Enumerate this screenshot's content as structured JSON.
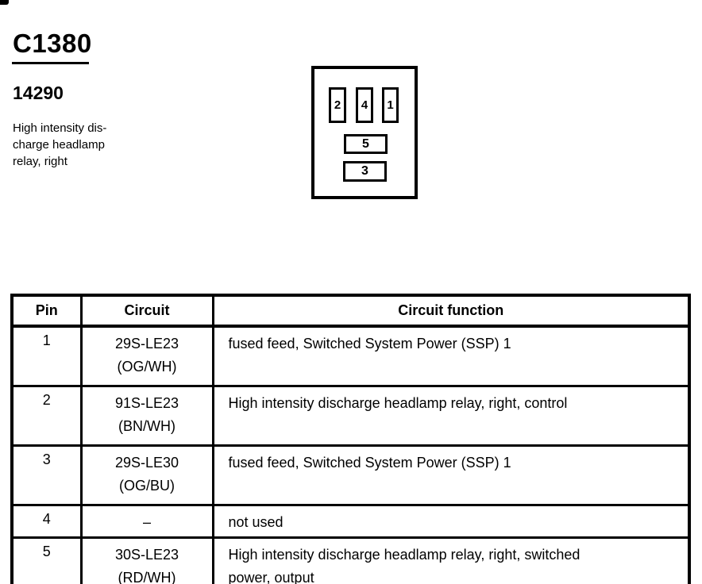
{
  "page": {
    "connector_id": "C1380",
    "part_number": "14290",
    "description_lines": [
      "High intensity dis-",
      "charge headlamp",
      "relay, right"
    ]
  },
  "connector_diagram": {
    "cavity_labels": [
      "2",
      "4",
      "1",
      "5",
      "3"
    ]
  },
  "pin_table": {
    "headers": {
      "pin": "Pin",
      "circuit": "Circuit",
      "function": "Circuit function"
    },
    "rows": [
      {
        "pin": "1",
        "circuit": [
          "29S-LE23",
          "(OG/WH)"
        ],
        "function": "fused feed, Switched System Power (SSP) 1"
      },
      {
        "pin": "2",
        "circuit": [
          "91S-LE23",
          "(BN/WH)"
        ],
        "function": "High intensity discharge headlamp relay, right, control"
      },
      {
        "pin": "3",
        "circuit": [
          "29S-LE30",
          "(OG/BU)"
        ],
        "function": "fused feed, Switched System Power (SSP) 1"
      },
      {
        "pin": "4",
        "circuit": [
          "–"
        ],
        "function": "not used"
      },
      {
        "pin": "5",
        "circuit": [
          "30S-LE23",
          "(RD/WH)"
        ],
        "function": [
          "High intensity discharge headlamp relay, right, switched",
          "power, output"
        ]
      }
    ]
  },
  "colors": {
    "ink": "#000000",
    "paper": "#ffffff"
  }
}
